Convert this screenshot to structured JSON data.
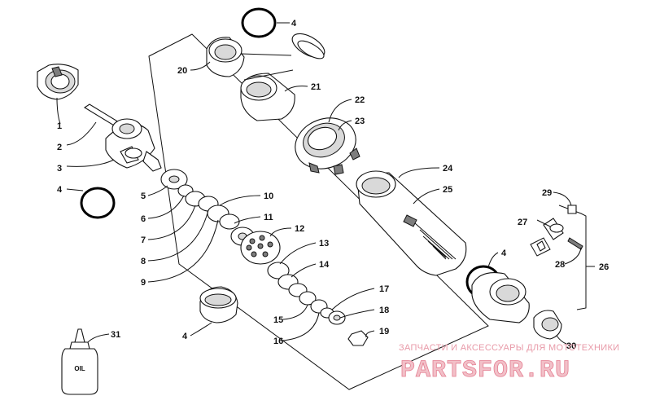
{
  "diagram": {
    "callouts": [
      "1",
      "2",
      "3",
      "4",
      "4",
      "4",
      "4",
      "5",
      "6",
      "7",
      "8",
      "9",
      "10",
      "11",
      "12",
      "13",
      "14",
      "15",
      "16",
      "17",
      "18",
      "19",
      "20",
      "21",
      "22",
      "23",
      "24",
      "25",
      "26",
      "27",
      "28",
      "29",
      "30",
      "31"
    ],
    "bottle_label": "OIL"
  },
  "watermark": {
    "tagline": "ЗАПЧАСТИ И АКСЕССУАРЫ ДЛЯ МОТОТЕХНИКИ",
    "brand": "PARTSFOR.RU"
  }
}
